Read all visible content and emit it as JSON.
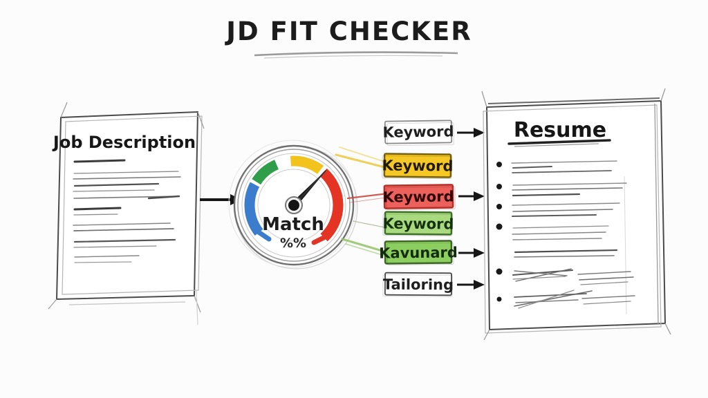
{
  "title": "JD FIT CHECKER",
  "left_document": {
    "title": "Job Description"
  },
  "flow": {
    "arrow_color": "#161616"
  },
  "gauge": {
    "label": "Match",
    "unit": "%%",
    "needle_angle_deg": 47,
    "segment_colors": {
      "blue": "#3b7ccd",
      "green": "#2e9e4b",
      "yellow": "#f2c21d",
      "red": "#e33424"
    }
  },
  "connector_colors": {
    "yellow": "#e9c93f",
    "red": "#c94a43",
    "pale_green": "#a9b89a",
    "green": "#93c169"
  },
  "keyword_boxes": [
    {
      "label": "Keyword",
      "fill": "#ffffff",
      "border": "#8a8a8a",
      "text_color": "#1f1f1f"
    },
    {
      "label": "Keyword",
      "fill": "#f6c826",
      "border": "#77610a",
      "text_color": "#201a02"
    },
    {
      "label": "Keyword",
      "fill": "#ec615b",
      "border": "#b23128",
      "text_color": "#2d0708"
    },
    {
      "label": "Keyword",
      "fill": "#a9da80",
      "border": "#41702b",
      "text_color": "#15300f"
    },
    {
      "label": "Kavunard",
      "fill": "#8ccf60",
      "border": "#3f6527",
      "text_color": "#142b0e"
    },
    {
      "label": "Tailoring",
      "fill": "#ffffff",
      "border": "#4a4a4a",
      "text_color": "#1f1f1f"
    }
  ],
  "right_document": {
    "title": "Resume",
    "bullet_count": 6
  }
}
